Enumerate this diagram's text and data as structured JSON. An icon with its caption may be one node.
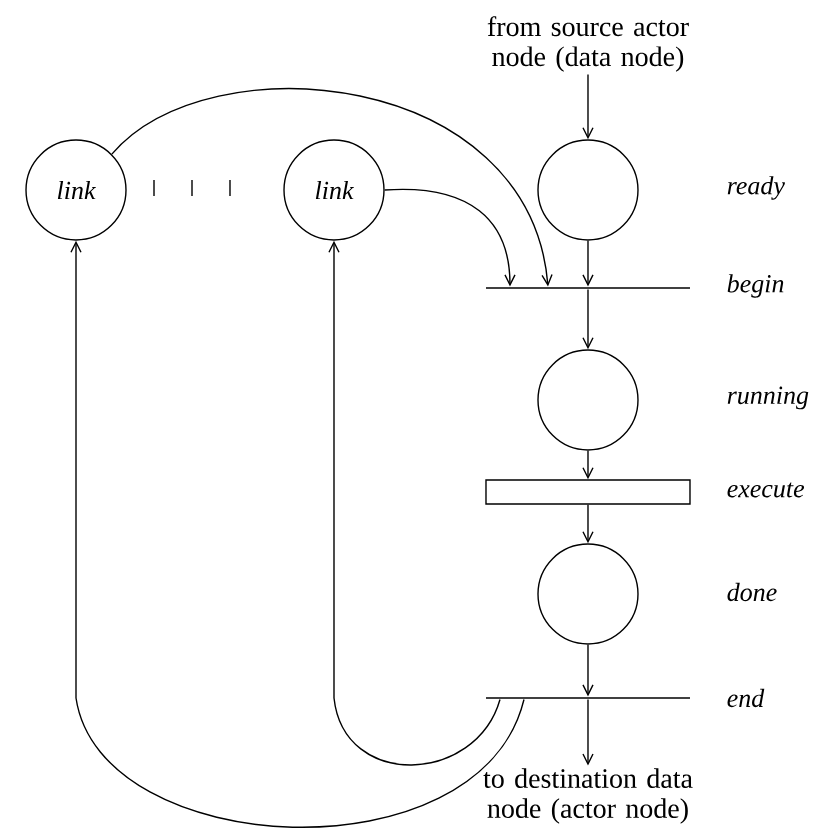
{
  "diagram": {
    "nodes": [
      {
        "text": [
          "from source actor node (data node)"
        ]
      },
      {
        "text": [
          "link"
        ]
      },
      {
        "text": [
          "link"
        ]
      },
      {
        "text": [],
        "shape": "circle"
      },
      {
        "text": [],
        "shape": "bar"
      },
      {
        "text": [],
        "shape": "circle"
      },
      {
        "text": [],
        "shape": "box"
      },
      {
        "text": [],
        "shape": "circle"
      },
      {
        "text": [],
        "shape": "bar"
      },
      {
        "text": [
          "to destination data node (actor node)"
        ]
      }
    ],
    "edges": [
      {
        "from": 0,
        "to": 3,
        "arrow": "to"
      },
      {
        "from": 1,
        "to": 4,
        "arrow": "to"
      },
      {
        "from": 2,
        "to": 4,
        "arrow": "to"
      },
      {
        "from": 3,
        "to": 4,
        "arrow": "to"
      },
      {
        "from": 4,
        "to": 5,
        "arrow": "to"
      },
      {
        "from": 5,
        "to": 6,
        "arrow": "to"
      },
      {
        "from": 6,
        "to": 7,
        "arrow": "to"
      },
      {
        "from": 7,
        "to": 8,
        "arrow": "to"
      },
      {
        "from": 8,
        "to": 9,
        "arrow": "to"
      },
      {
        "from": 8,
        "to": 2,
        "arrow": "to"
      },
      {
        "from": 8,
        "to": 1,
        "arrow": "to"
      }
    ],
    "labels": [
      "ready",
      "begin",
      "running",
      "execute",
      "done",
      "end"
    ]
  }
}
